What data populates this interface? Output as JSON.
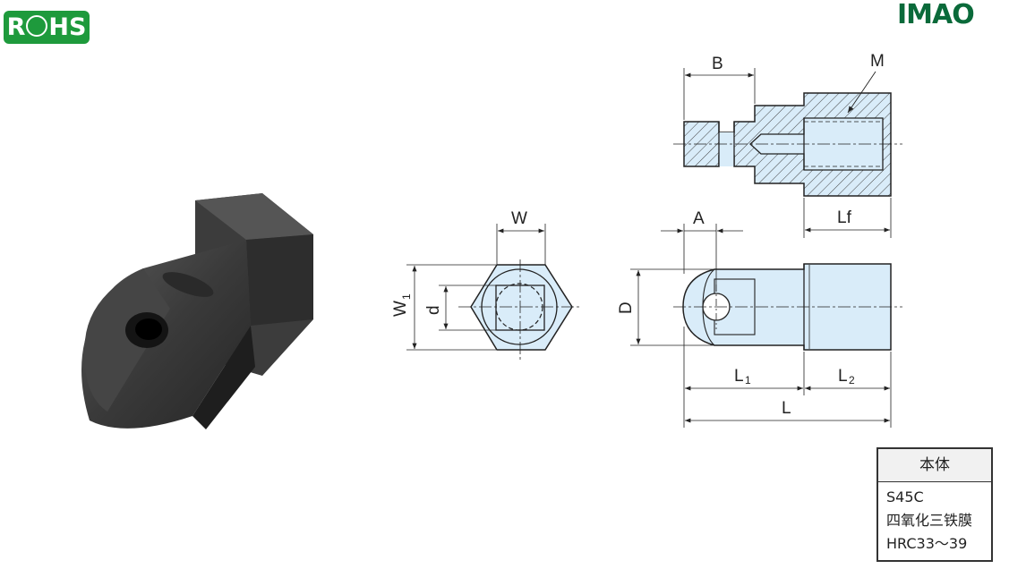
{
  "brand": {
    "rohs": "R⊕HS",
    "imao": "IMAO"
  },
  "labels": {
    "W": "W",
    "W1": "W",
    "W1_sub": "1",
    "d": "d",
    "D": "D",
    "A": "A",
    "B": "B",
    "M": "M",
    "Lf": "Lf",
    "L1": "L",
    "L1_sub": "1",
    "L2": "L",
    "L2_sub": "2",
    "L": "L"
  },
  "spec_table": {
    "header": "本体",
    "rows": [
      "S45C",
      "四氧化三铁膜",
      "HRC33～39"
    ]
  },
  "colors": {
    "part_fill": "#d9ecf9",
    "rohs_green": "#1e9a3c",
    "imao_green": "#0a6a3a",
    "hatch": "#444"
  }
}
